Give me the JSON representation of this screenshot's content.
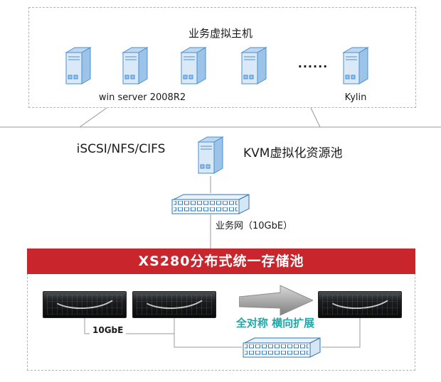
{
  "top": {
    "title": "业务虚拟主机",
    "winserver_label": "win server 2008R2",
    "ellipsis": "......",
    "kylin_label": "Kylin"
  },
  "middle": {
    "protocols_label": "iSCSI/NFS/CIFS",
    "kvm_label": "KVM虚拟化资源池",
    "network_label": "业务网（10GbE）"
  },
  "storage": {
    "banner_title": "XS280分布式统一存储池",
    "link_label": "10GbE",
    "scale_label": "全对称 横向扩展"
  },
  "colors": {
    "banner_red": "#C9252C",
    "scale_teal": "#1FA8A8",
    "server_blue": "#4a8fd0",
    "line_gray": "#999999"
  }
}
